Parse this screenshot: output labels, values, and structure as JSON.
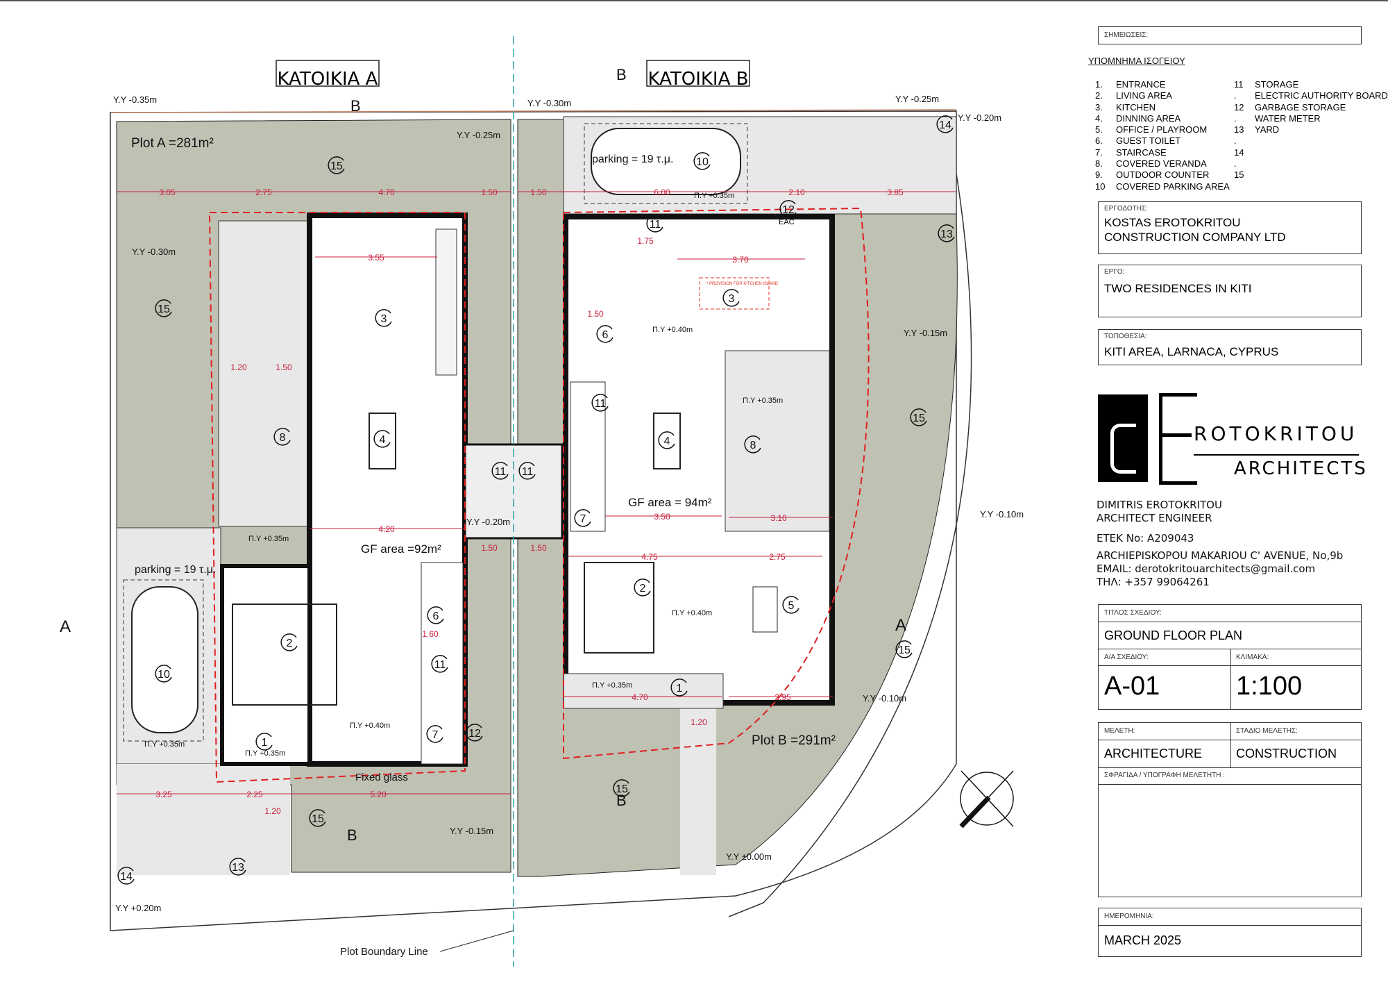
{
  "plan": {
    "house_a_title": "KATOIKIA A",
    "house_b_title": "KATOIKIA B",
    "plot_a": "Plot A =281m²",
    "plot_b": "Plot B =291m²",
    "gf_area_a": "GF area =92m²",
    "gf_area_b": "GF area = 94m²",
    "parking_a": "parking = 19 τ.μ.",
    "parking_b": "parking = 19 τ.μ.",
    "fixed_glass": "Fixed glass",
    "plot_boundary": "Plot Boundary Line",
    "kitchen_island": "* PROVISION FOR KITCHEN ISLAND",
    "eac": "EAC",
    "section_a": "A",
    "section_b": "B",
    "levels": [
      "Y.Y -0.35m",
      "Y.Y -0.25m",
      "Y.Y -0.30m",
      "Y.Y -0.30m",
      "Y.Y -0.25m",
      "Y.Y -0.20m",
      "Y.Y -0.15m",
      "Y.Y -0.20m",
      "Y.Y -0.10m",
      "Y.Y -0.10m",
      "Y.Y ±0.00m",
      "Y.Y -0.15m",
      "Y.Y +0.20m"
    ],
    "floor_levels": [
      "Π.Υ +0.35m",
      "Π.Υ +0.35m",
      "Π.Υ +0.40m",
      "Π.Υ +0.35m",
      "Π.Υ +0.40m",
      "Π.Υ +0.35m",
      "Π.Υ +0.35m",
      "Π.Υ +0.40m",
      "Π.Υ +0.35m"
    ],
    "dimensions": [
      "3.05",
      "2.75",
      "4.70",
      "1.50",
      "1.50",
      "6.00",
      "2.10",
      "3.85",
      "3.55",
      "1.75",
      "3.70",
      "1.20",
      "1.50",
      "1.50",
      "4.20",
      "1.50",
      "1.50",
      "3.50",
      "3.10",
      "4.75",
      "2.75",
      "1.60",
      "4.70",
      "2.95",
      "1.20",
      "3.25",
      "2.25",
      "5.20",
      "1.20"
    ],
    "room_tags": [
      "15",
      "15",
      "3",
      "4",
      "8",
      "2",
      "10",
      "1",
      "7",
      "11",
      "6",
      "12",
      "11",
      "11",
      "14",
      "13",
      "10",
      "12",
      "11",
      "3",
      "6",
      "11",
      "4",
      "8",
      "7",
      "2",
      "5",
      "1",
      "15",
      "15",
      "15",
      "15",
      "14",
      "13"
    ]
  },
  "title_block": {
    "notes_label": "ΣΗΜΕΙΩΣΕΙΣ:",
    "legend_title": "ΥΠΟΜΝΗΜΑ ΙΣΟΓΕΙΟΥ",
    "legend_left": [
      {
        "n": "1.",
        "t": "ENTRANCE"
      },
      {
        "n": "2.",
        "t": "LIVING AREA"
      },
      {
        "n": "3.",
        "t": "KITCHEN"
      },
      {
        "n": "4.",
        "t": "DINNING AREA"
      },
      {
        "n": "5.",
        "t": "OFFICE / PLAYROOM"
      },
      {
        "n": "6.",
        "t": "GUEST TOILET"
      },
      {
        "n": "7.",
        "t": "STAIRCASE"
      },
      {
        "n": "8.",
        "t": "COVERED VERANDA"
      },
      {
        "n": "9.",
        "t": "OUTDOOR COUNTER"
      },
      {
        "n": "10",
        "t": "COVERED PARKING AREA"
      }
    ],
    "legend_right": [
      {
        "n": "11",
        "t": "STORAGE"
      },
      {
        "n": ".",
        "t": "ELECTRIC AUTHORITY BOARD"
      },
      {
        "n": "12",
        "t": "GARBAGE STORAGE"
      },
      {
        "n": ".",
        "t": "WATER METER"
      },
      {
        "n": "13",
        "t": "YARD"
      },
      {
        "n": ".",
        "t": ""
      },
      {
        "n": "14",
        "t": ""
      },
      {
        "n": ".",
        "t": ""
      },
      {
        "n": "15",
        "t": ""
      }
    ],
    "client_label": "ΕΡΓΟΔΟΤΗΣ:",
    "client_line1": "KOSTAS EROTOKRITOU",
    "client_line2": "CONSTRUCTION COMPANY LTD",
    "project_label": "ΕΡΓΟ:",
    "project": "TWO RESIDENCES IN KITI",
    "location_label": "ΤΟΠΟΘΕΣΙΑ:",
    "location": "KITI AREA, LARNACA, CYPRUS",
    "logo_text_top": "ROTOKRITOU",
    "logo_text_bottom": "ARCHITECTS",
    "architect_name": "DIMITRIS EROTOKRITOU",
    "architect_title": "ARCHITECT ENGINEER",
    "etek": "ETEK No: A209043",
    "address": "ARCHIEPISKOPOU MAKARIOU C' AVENUE, No,9b",
    "email": "EMAIL: derotokritouarchitects@gmail.com",
    "phone": "ΤΗΛ: +357 99064261",
    "drawing_title_label": "ΤΙΤΛΟΣ ΣΧΕΔΙΟΥ:",
    "drawing_title": "GROUND FLOOR PLAN",
    "drawing_no_label": "Α/Α ΣΧΕΔΙΟΥ:",
    "drawing_no": "A-01",
    "scale_label": "ΚΛΙΜΑΚΑ:",
    "scale": "1:100",
    "study_label": "ΜΕΛΕΤΗ:",
    "study": "ARCHITECTURE",
    "stage_label": "ΣΤΑΔΙΟ ΜΕΛΕΤΗΣ:",
    "stage": "CONSTRUCTION",
    "stamp_label": "ΣΦΡΑΓΙΔΑ / ΥΠΟΓΡΑΦΗ ΜΕΛΕΤΗΤΗ :",
    "date_label": "ΗΜΕΡΟΜΗΝΙΑ:",
    "date": "MARCH 2025"
  }
}
